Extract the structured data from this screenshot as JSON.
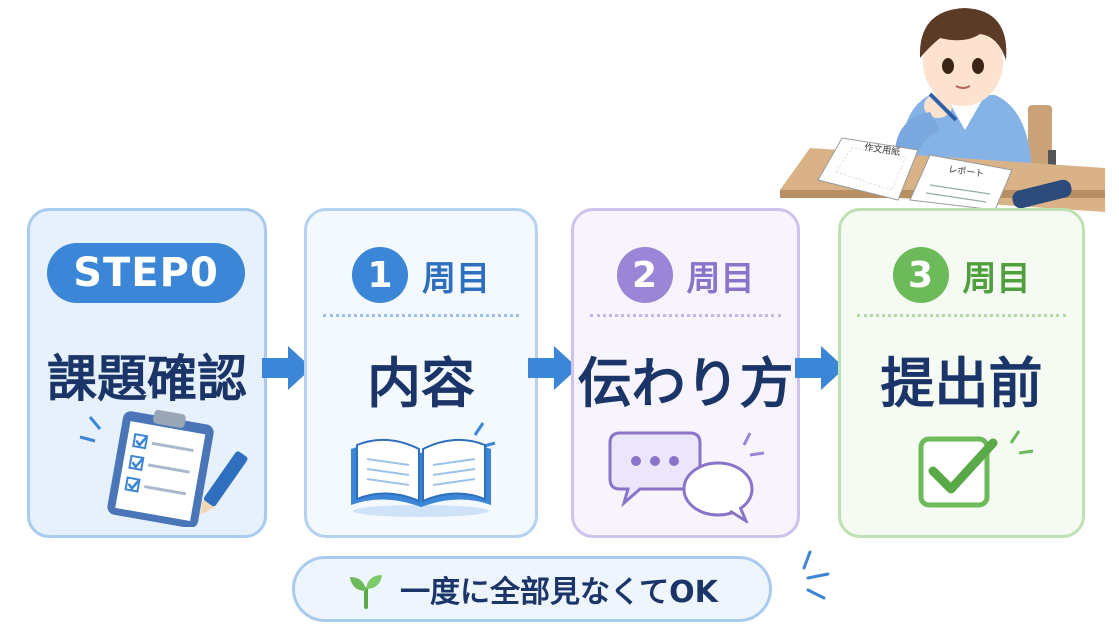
{
  "steps": [
    {
      "badge": "STEP0",
      "title": "課題確認",
      "icon": "clipboard-checklist-icon"
    },
    {
      "number": "1",
      "round": "周目",
      "title": "内容",
      "icon": "open-book-icon",
      "color": "#3b86d6"
    },
    {
      "number": "2",
      "round": "周目",
      "title": "伝わり方",
      "icon": "speech-bubbles-icon",
      "color": "#9b85d6"
    },
    {
      "number": "3",
      "round": "周目",
      "title": "提出前",
      "icon": "checkbox-icon",
      "color": "#6cba5a"
    }
  ],
  "papers": {
    "essay_sheet": "作文用紙",
    "report": "レポート"
  },
  "footer": {
    "text": "一度に全部見なくてOK",
    "icon": "sprout-icon"
  },
  "colors": {
    "arrow": "#3b86d6",
    "title_text": "#1b3569"
  }
}
